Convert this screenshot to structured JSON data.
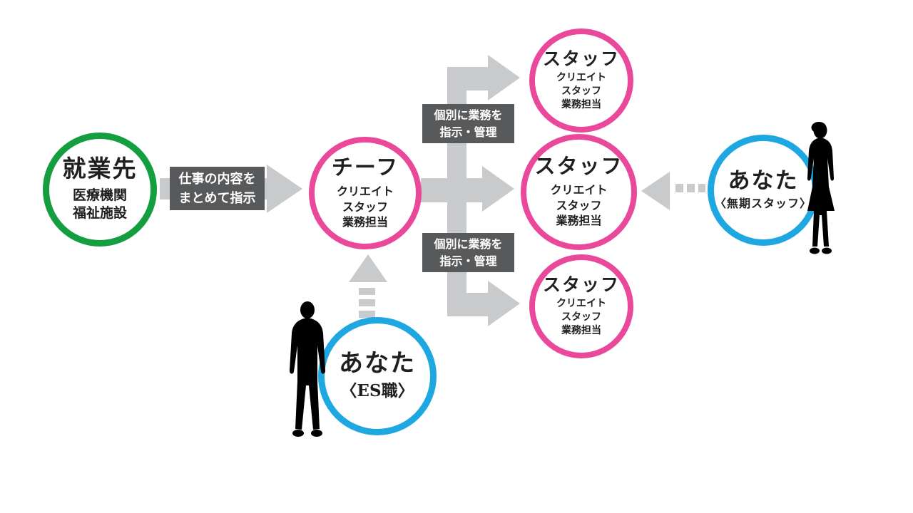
{
  "colors": {
    "green": "#149e40",
    "pink": "#e9489b",
    "blue": "#1fa7e1",
    "arrow_gray": "#c9cacb",
    "label_bg": "#58595b",
    "label_text": "#ffffff",
    "text_dark": "#1f1f1f",
    "silhouette_black": "#000000"
  },
  "nodes": {
    "workplace": {
      "title": "就業先",
      "lines": [
        "医療機関",
        "福祉施設"
      ]
    },
    "chief": {
      "title": "チーフ",
      "lines": [
        "クリエイト",
        "スタッフ",
        "業務担当"
      ]
    },
    "staff_top": {
      "title": "スタッフ",
      "lines": [
        "クリエイト",
        "スタッフ",
        "業務担当"
      ]
    },
    "staff_mid": {
      "title": "スタッフ",
      "lines": [
        "クリエイト",
        "スタッフ",
        "業務担当"
      ]
    },
    "staff_bottom": {
      "title": "スタッフ",
      "lines": [
        "クリエイト",
        "スタッフ",
        "業務担当"
      ]
    },
    "you_right": {
      "title": "あなた",
      "lines": [
        "〈無期スタッフ〉"
      ]
    },
    "you_bottom": {
      "title": "あなた",
      "lines": [
        "〈ES職〉"
      ]
    }
  },
  "labels": {
    "batch": {
      "lines": [
        "仕事の内容を",
        "まとめて指示"
      ]
    },
    "individual_top": {
      "lines": [
        "個別に業務を",
        "指示・管理"
      ]
    },
    "individual_bottom": {
      "lines": [
        "個別に業務を",
        "指示・管理"
      ]
    }
  },
  "icons": {
    "woman_silhouette": "woman-silhouette-icon",
    "man_silhouette": "man-silhouette-icon"
  }
}
